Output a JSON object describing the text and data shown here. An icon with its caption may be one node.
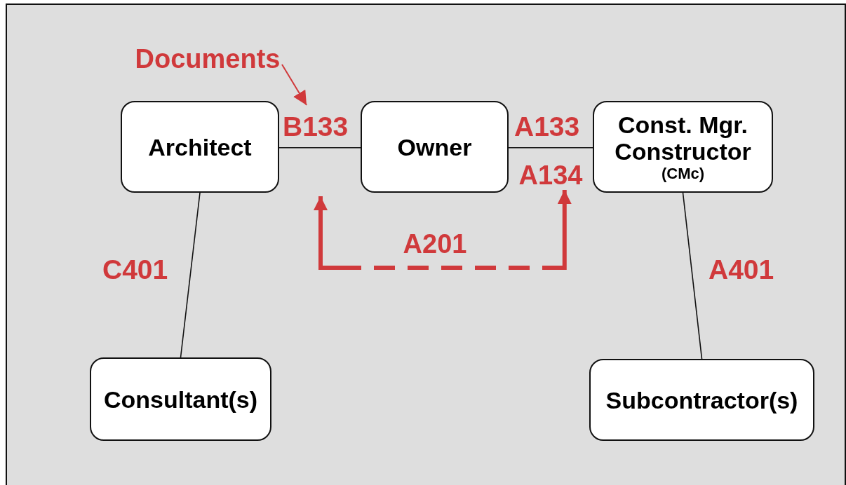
{
  "diagram": {
    "nodes": [
      {
        "text": [
          "Architect"
        ]
      },
      {
        "text": [
          "Owner"
        ]
      },
      {
        "text": [
          "Const. Mgr. Constructor",
          "(CMc)"
        ]
      },
      {
        "text": [
          "Consultant(s)"
        ]
      },
      {
        "text": [
          "Subcontractor(s)"
        ]
      },
      {
        "text": [
          "Documents"
        ]
      },
      {
        "text": [
          "A201"
        ]
      },
      {
        "text": [
          "A134"
        ]
      }
    ],
    "edges": [
      {
        "from": 0,
        "to": 1,
        "arrow": "none",
        "label": "B133"
      },
      {
        "from": 1,
        "to": 2,
        "arrow": "none",
        "label": "A133"
      },
      {
        "from": 0,
        "to": 3,
        "arrow": "none",
        "label": "C401"
      },
      {
        "from": 2,
        "to": 4,
        "arrow": "none",
        "label": "A401"
      },
      {
        "from": 5,
        "to": null,
        "arrow": "to",
        "color": "#d0393b"
      },
      {
        "from": 6,
        "to": null,
        "arrow": "to",
        "style": "dashed",
        "color": "#d0393b"
      },
      {
        "from": 6,
        "to": 7,
        "arrow": "to",
        "style": "dashed",
        "color": "#d0393b"
      }
    ]
  }
}
